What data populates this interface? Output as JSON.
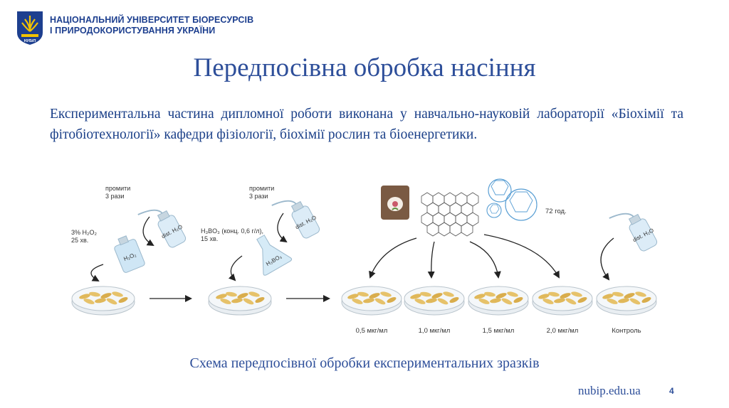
{
  "header": {
    "university_line1": "НАЦІОНАЛЬНИЙ УНІВЕРСИТЕТ БІОРЕСУРСІВ",
    "university_line2": "І ПРИРОДОКОРИСТУВАННЯ УКРАЇНИ",
    "logo_text": "НУБіП",
    "colors": {
      "brand_blue": "#1d3f8f",
      "brand_yellow": "#f2c200"
    }
  },
  "title": "Передпосівна обробка насіння",
  "body_text": "Експериментальна частина дипломної роботи виконана у навчально-науковій лабораторії «Біохімії та фітобіотехнології» кафедри фізіології, біохімії рослин та біоенергетики.",
  "diagram": {
    "step1": {
      "rinse_line1": "промити",
      "rinse_line2": "3 рази",
      "reagent_line1": "3% H₂O₂",
      "reagent_line2": "25 хв."
    },
    "step2": {
      "rinse_line1": "промити",
      "rinse_line2": "3 рази",
      "reagent_line1": "H₃BO₃ (конц. 0,6 г/л),",
      "reagent_line2": "15 хв."
    },
    "step3": {
      "duration": "72 год."
    },
    "bottle_labels": {
      "water": "dist. H₂O",
      "peroxide": "H₂O₂",
      "boric": "H₃BO₃"
    },
    "dish_labels": [
      "0,5 мкг/мл",
      "1,0 мкг/мл",
      "1,5 мкг/мл",
      "2,0 мкг/мл",
      "Контроль"
    ],
    "icons": [
      "seed-bag-icon",
      "graphene-oxide-icon",
      "fullerene-icon",
      "wash-bottle-icon",
      "flask-icon",
      "petri-dish-icon"
    ]
  },
  "caption": "Схема передпосівної обробки експериментальних зразків",
  "footer": {
    "url": "nubip.edu.ua",
    "page": "4"
  }
}
